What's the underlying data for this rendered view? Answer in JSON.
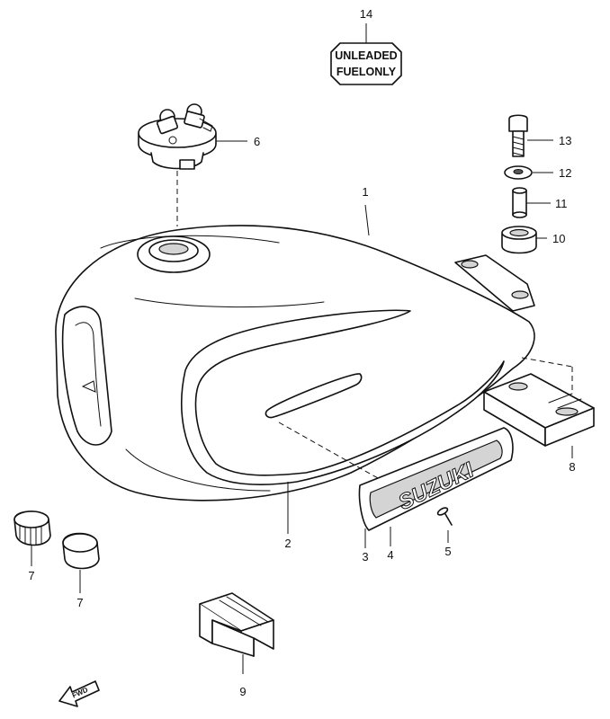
{
  "callouts": [
    {
      "id": "1",
      "label": "1"
    },
    {
      "id": "2",
      "label": "2"
    },
    {
      "id": "3",
      "label": "3"
    },
    {
      "id": "4",
      "label": "4"
    },
    {
      "id": "5",
      "label": "5"
    },
    {
      "id": "6",
      "label": "6"
    },
    {
      "id": "7a",
      "label": "7"
    },
    {
      "id": "7b",
      "label": "7"
    },
    {
      "id": "8",
      "label": "8"
    },
    {
      "id": "9",
      "label": "9"
    },
    {
      "id": "10",
      "label": "10"
    },
    {
      "id": "11",
      "label": "11"
    },
    {
      "id": "12",
      "label": "12"
    },
    {
      "id": "13",
      "label": "13"
    },
    {
      "id": "14",
      "label": "14"
    }
  ],
  "fuel_label": {
    "line1": "UNLEADED",
    "line2": "FUELONLY"
  },
  "emblem_text": "SUZUKI",
  "fwd_arrow": {
    "label": "FWD",
    "icon": "fwd-arrow-icon"
  }
}
